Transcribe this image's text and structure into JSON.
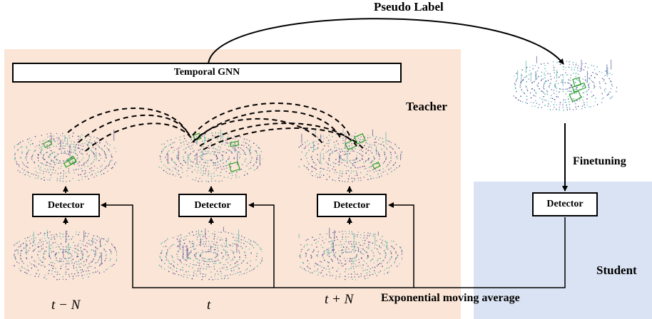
{
  "colors": {
    "teacher_bg": "#fbe5d6",
    "student_bg": "#dae3f3",
    "box_green": "#2ca02c",
    "scan_dark": "#3b3a8c",
    "scan_teal": "#3aa6a0"
  },
  "labels": {
    "pseudo_label": "Pseudo Label",
    "temporal_gnn": "Temporal GNN",
    "teacher": "Teacher",
    "finetuning": "Finetuning",
    "student": "Student",
    "ema": "Exponential moving average",
    "detector": "Detector"
  },
  "time_labels": {
    "left": "t − N",
    "center": "t",
    "right": "t + N"
  }
}
